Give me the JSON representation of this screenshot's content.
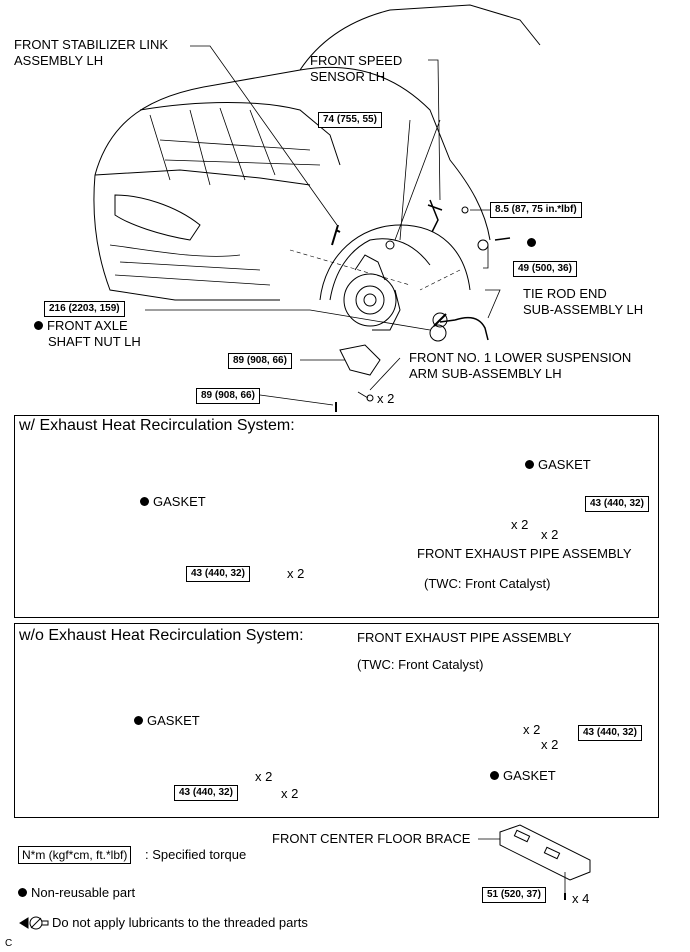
{
  "top": {
    "stabilizer": "FRONT STABILIZER LINK",
    "stabilizer2": "ASSEMBLY LH",
    "speed": "FRONT SPEED",
    "speed2": "SENSOR LH",
    "t74": "74 (755, 55)",
    "t85": "8.5 (87, 75 in.*lbf)",
    "t49": "49 (500, 36)",
    "tierod": "TIE ROD END",
    "tierod2": "SUB-ASSEMBLY LH",
    "t216": "216 (2203, 159)",
    "axle": "FRONT AXLE",
    "axle2": "SHAFT NUT LH",
    "t89a": "89 (908, 66)",
    "arm": "FRONT NO. 1 LOWER SUSPENSION",
    "arm2": "ARM SUB-ASSEMBLY LH",
    "t89b": "89 (908, 66)",
    "x2": "x 2"
  },
  "with": {
    "title": "w/ Exhaust Heat Recirculation System:",
    "gasket_r": "GASKET",
    "gasket_l": "GASKET",
    "t43r": "43 (440, 32)",
    "x2a": "x 2",
    "x2b": "x 2",
    "pipe": "FRONT EXHAUST PIPE ASSEMBLY",
    "t43l": "43 (440, 32)",
    "x2c": "x 2",
    "twc": "(TWC: Front Catalyst)"
  },
  "without": {
    "title": "w/o Exhaust Heat Recirculation System:",
    "pipe": "FRONT EXHAUST PIPE ASSEMBLY",
    "twc": "(TWC: Front Catalyst)",
    "gasket_l": "GASKET",
    "x2a": "x 2",
    "t43r": "43 (440, 32)",
    "x2b": "x 2",
    "gasket_r": "GASKET",
    "x2c": "x 2",
    "t43l": "43 (440, 32)",
    "x2d": "x 2"
  },
  "bottom": {
    "brace": "FRONT CENTER FLOOR BRACE",
    "torque_unit": "N*m (kgf*cm, ft.*lbf)",
    "torque_desc": ": Specified torque",
    "t51": "51 (520, 37)",
    "x4": "x 4",
    "nonreusable": "Non-reusable part",
    "nolube": "Do not apply lubricants to the threaded parts",
    "corner": "C"
  }
}
